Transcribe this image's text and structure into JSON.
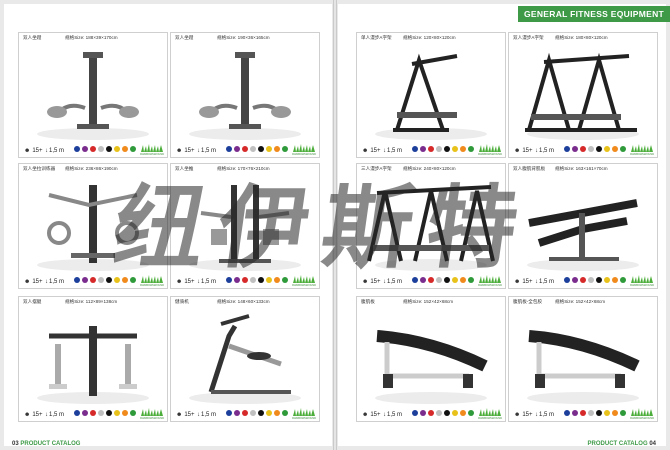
{
  "header": {
    "title": "GENERAL FITNESS EQUIPMENT"
  },
  "footer": {
    "left_page_number": "03",
    "left_label": "PRODUCT CATALOG",
    "right_label": "PRODUCT CATALOG",
    "right_page_number": "04"
  },
  "watermark": {
    "text": "纽伊斯特"
  },
  "card_footer": {
    "age": "15+",
    "fall_height": "1,5 m",
    "grass_label": "RAINBOWGROUND",
    "swatch_colors": [
      "#1d3f9c",
      "#7b2d8e",
      "#d62a2a",
      "#c0c0c0",
      "#111111",
      "#e8c21a",
      "#f08a1c",
      "#2f9a3a"
    ]
  },
  "cards": [
    {
      "name": "双人坐蹬",
      "spec": "规格Size: 188×39×170cm",
      "icon": "seated-leg-press-icon"
    },
    {
      "name": "双人坐蹬",
      "spec": "规格Size: 190×36×165cm",
      "icon": "seated-leg-press-icon"
    },
    {
      "name": "单人漫步A字架",
      "spec": "规格Size: 120×80×120cm",
      "icon": "air-walker-icon"
    },
    {
      "name": "双人漫步A字架",
      "spec": "规格Size: 180×80×120cm",
      "icon": "double-air-walker-icon"
    },
    {
      "name": "双人坐拉训练器",
      "spec": "规格Size: 236×86×190cm",
      "icon": "seated-pull-trainer-icon"
    },
    {
      "name": "双人坐推",
      "spec": "规格Size: 170×76×210cm",
      "icon": "seated-push-trainer-icon"
    },
    {
      "name": "三人漫步A字架",
      "spec": "规格Size: 240×80×120cm",
      "icon": "triple-air-walker-icon"
    },
    {
      "name": "双人腹肌背肌板",
      "spec": "规格Size: 163×161×70cm",
      "icon": "sit-up-board-icon"
    },
    {
      "name": "双人摆腿",
      "spec": "规格Size: 112×89×138cm",
      "icon": "leg-swing-icon"
    },
    {
      "name": "健骑机",
      "spec": "规格Size: 148×60×133cm",
      "icon": "rider-icon"
    },
    {
      "name": "腹肌板",
      "spec": "规格Size: 152×42×68cm",
      "icon": "ab-bench-icon"
    },
    {
      "name": "腹肌板-全包胶",
      "spec": "规格Size: 152×42×68cm",
      "icon": "ab-bench-icon"
    }
  ]
}
